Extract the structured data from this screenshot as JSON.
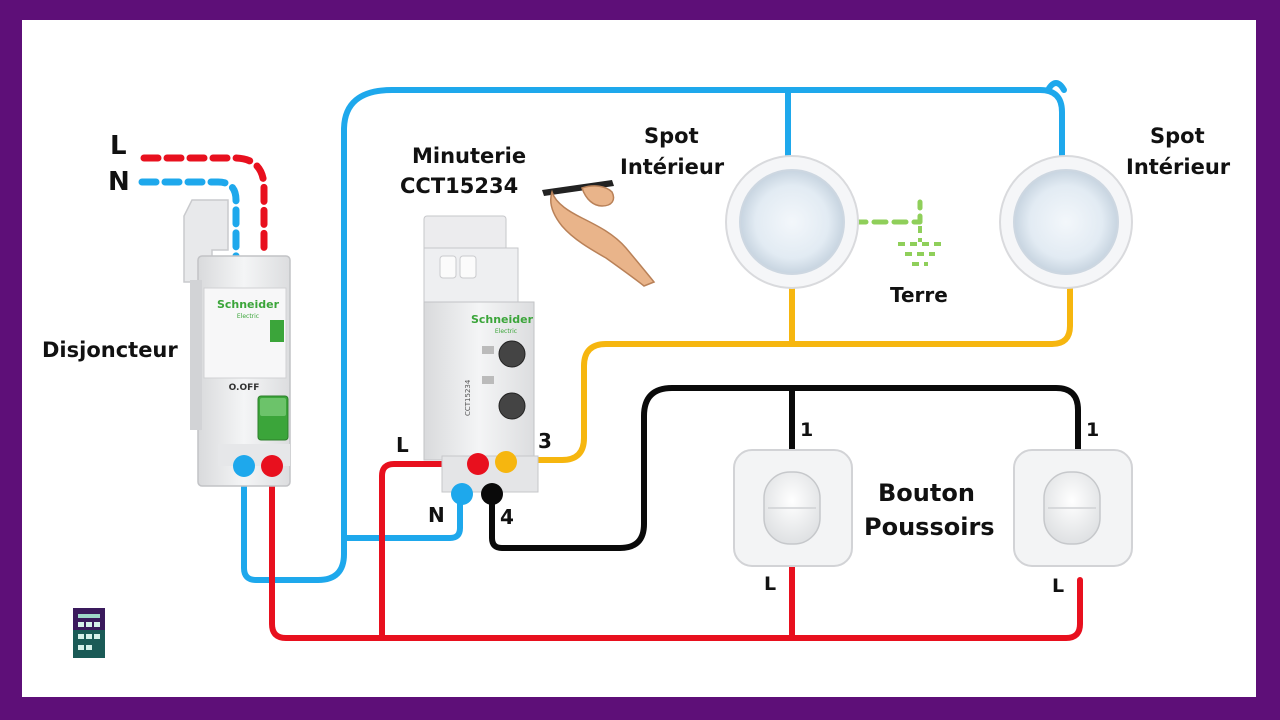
{
  "labels": {
    "live": "L",
    "neutral": "N",
    "breaker": "Disjoncteur",
    "timer_line1": "Minuterie",
    "timer_line2": "CCT15234",
    "spot1_line1": "Spot",
    "spot1_line2": "Intérieur",
    "spot2_line1": "Spot",
    "spot2_line2": "Intérieur",
    "earth": "Terre",
    "pushbutton_line1": "Bouton",
    "pushbutton_line2": "Poussoirs",
    "timer_term_L": "L",
    "timer_term_N": "N",
    "timer_term_3": "3",
    "timer_term_4": "4",
    "switch1_term_1": "1",
    "switch2_term_1": "1",
    "switch1_term_L": "L",
    "switch2_term_L": "L"
  },
  "device_text": {
    "breaker_brand": "Schneider",
    "breaker_sub": "Electric",
    "breaker_off": "O.OFF",
    "timer_brand": "Schneider",
    "timer_sub": "Electric",
    "timer_model": "CCT15234"
  },
  "colors": {
    "frame": "#5e0f78",
    "live_wire": "#e8101e",
    "neutral_wire": "#1ea8ec",
    "lamp_wire": "#f6b60f",
    "switch_wire": "#0a0a0a",
    "earth_wire": "#8fcf5a"
  },
  "icons": [
    "hand-pen-icon",
    "earth-symbol-icon",
    "channel-logo-icon"
  ]
}
